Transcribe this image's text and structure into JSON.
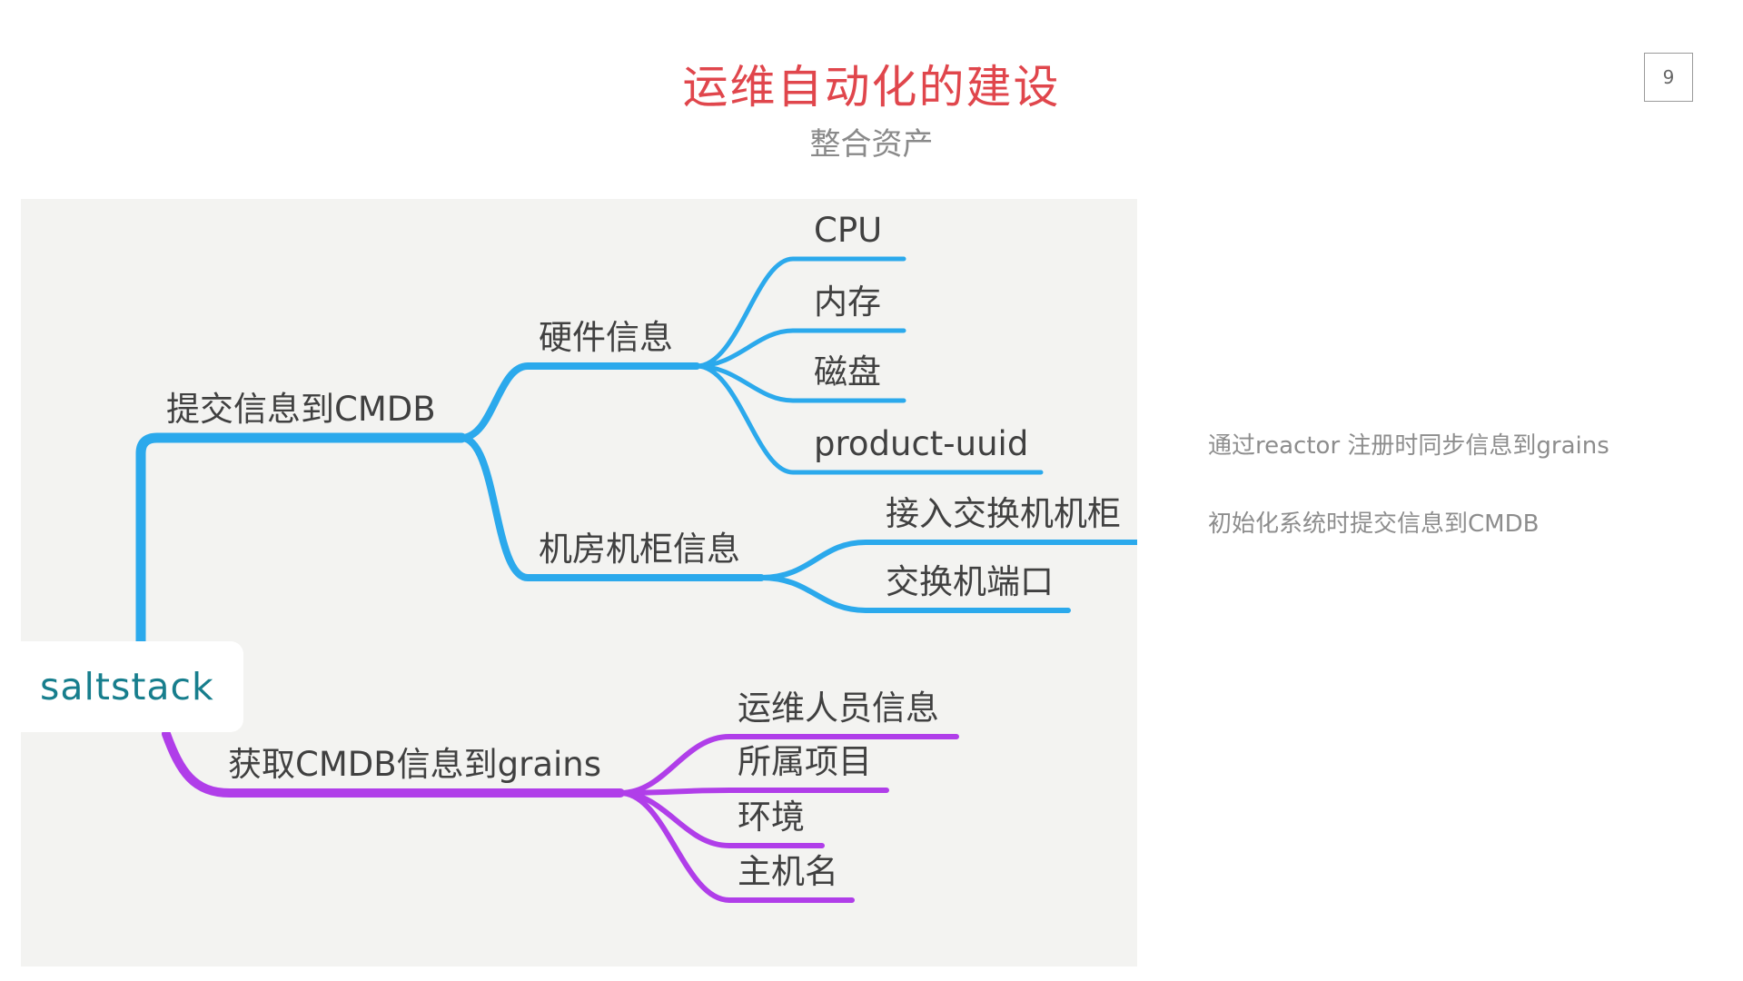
{
  "slide": {
    "title": "运维自动化的建设",
    "subtitle": "整合资产",
    "page_number": "9"
  },
  "mindmap": {
    "root": "saltstack",
    "branches": [
      {
        "label": "提交信息到CMDB",
        "color": "#2ba9ec",
        "children": [
          {
            "label": "硬件信息",
            "children": [
              "CPU",
              "内存",
              "磁盘",
              "product-uuid"
            ]
          },
          {
            "label": "机房机柜信息",
            "children": [
              "接入交换机机柜",
              "交换机端口"
            ]
          }
        ]
      },
      {
        "label": "获取CMDB信息到grains",
        "color": "#b03ee9",
        "children": [
          "运维人员信息",
          "所属项目",
          "环境",
          "主机名"
        ]
      }
    ]
  },
  "notes": [
    "通过reactor 注册时同步信息到grains",
    "初始化系统时提交信息到CMDB"
  ],
  "colors": {
    "title": "#e0464c",
    "root_text": "#177e8d",
    "blue_branch": "#2ba9ec",
    "purple_branch": "#b03ee9"
  }
}
